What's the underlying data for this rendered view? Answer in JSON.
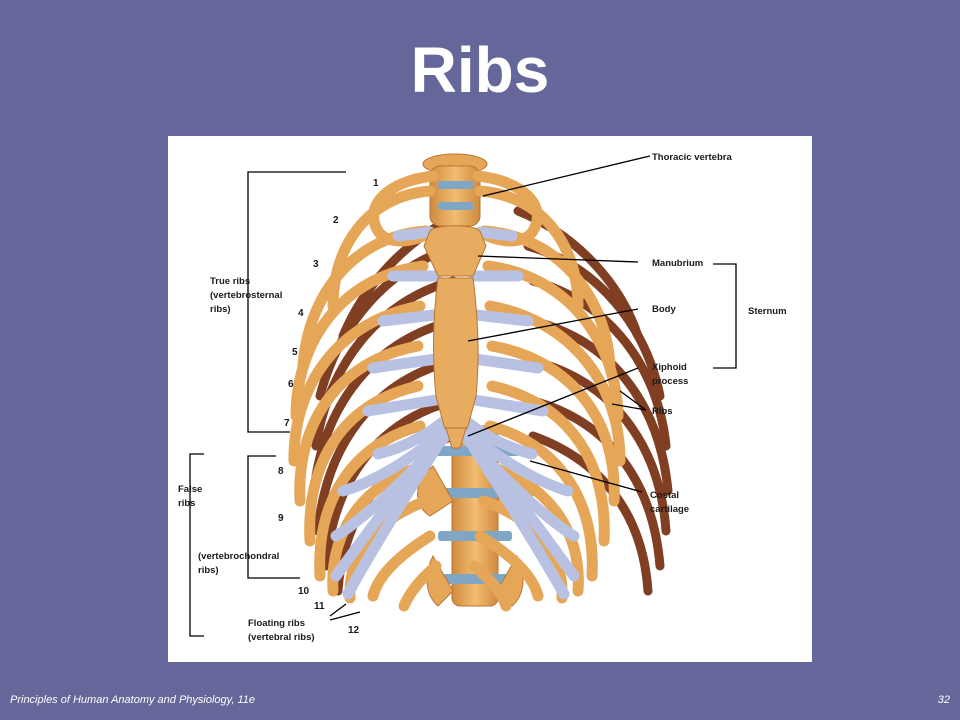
{
  "slide": {
    "title": "Ribs",
    "footer_text": "Principles of Human Anatomy and Physiology, 11e",
    "page_number": "32"
  },
  "figure": {
    "labels": {
      "thoracic_vertebra": "Thoracic vertebra",
      "manubrium": "Manubrium",
      "body": "Body",
      "sternum": "Sternum",
      "xiphoid_line1": "Xiphoid",
      "xiphoid_line2": "process",
      "ribs": "Ribs",
      "costal_line1": "Costal",
      "costal_line2": "cartilage",
      "true_ribs_line1": "True ribs",
      "true_ribs_line2": "(vertebrosternal",
      "true_ribs_line3": "ribs)",
      "false_ribs_line1": "False",
      "false_ribs_line2": "ribs",
      "vertebrochondral_line1": "(vertebrochondral",
      "vertebrochondral_line2": "ribs)",
      "floating_line1": "Floating ribs",
      "floating_line2": "(vertebral ribs)"
    },
    "rib_numbers": [
      "1",
      "2",
      "3",
      "4",
      "5",
      "6",
      "7",
      "8",
      "9",
      "10",
      "11",
      "12"
    ],
    "colors": {
      "bone": "#e6a657",
      "bone_edge": "#c07a35",
      "bone_dark": "#7a3418",
      "cartilage": "#b9c1e3",
      "disc": "#7fa6c4",
      "background": "#656699"
    }
  }
}
